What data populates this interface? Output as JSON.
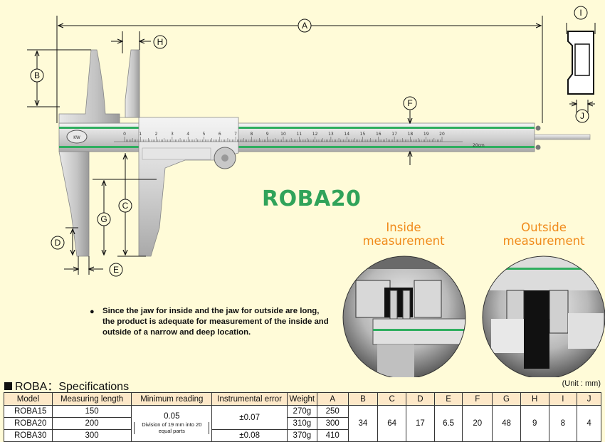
{
  "model": "ROBA20",
  "dimension_labels": [
    "A",
    "B",
    "C",
    "D",
    "E",
    "F",
    "G",
    "H",
    "I",
    "J"
  ],
  "scale_numbers": [
    "0",
    "1",
    "2",
    "3",
    "4",
    "5",
    "6",
    "7",
    "8",
    "9",
    "10",
    "11",
    "12",
    "13",
    "14",
    "15",
    "16",
    "17",
    "18",
    "19",
    "20"
  ],
  "scale_suffix": "20cm",
  "inside_label": "Inside measurement",
  "outside_label": "Outside measurement",
  "note": "Since the jaw for inside and the jaw for outside are long, the product is adequate for measurement of the inside and outside of a narrow and deep location.",
  "spec_title": "ROBA：Specifications",
  "unit_note": "(Unit : mm)",
  "table": {
    "headers": [
      "Model",
      "Measuring length",
      "Minimum reading",
      "Instrumental error",
      "Weight",
      "A",
      "B",
      "C",
      "D",
      "E",
      "F",
      "G",
      "H",
      "I",
      "J"
    ],
    "rows": [
      {
        "model": "ROBA15",
        "length": "150",
        "weight": "270g",
        "A": "250"
      },
      {
        "model": "ROBA20",
        "length": "200",
        "weight": "310g",
        "A": "300"
      },
      {
        "model": "ROBA30",
        "length": "300",
        "weight": "370g",
        "A": "410"
      }
    ],
    "min_reading": "0.05",
    "min_reading_note": "Division of 19 mm into 20 equal parts",
    "error_1": "±0.07",
    "error_2": "±0.08",
    "shared": {
      "B": "34",
      "C": "64",
      "D": "17",
      "E": "6.5",
      "F": "20",
      "G": "48",
      "H": "9",
      "I": "8",
      "J": "4"
    }
  },
  "colors": {
    "background": "#fffbd8",
    "model_green": "#30a35a",
    "label_orange": "#f08a1a",
    "header_fill": "#fde8c8",
    "stripe_green": "#2fae5f"
  }
}
